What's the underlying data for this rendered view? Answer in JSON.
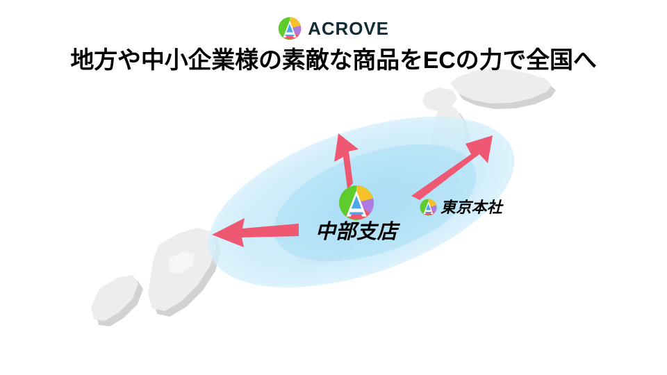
{
  "brand": {
    "mark_icon": "acrove-circle-a-logo",
    "wordmark": "ACROVE",
    "wordmark_color": "#122B35",
    "palette": {
      "green": "#5FCC2E",
      "yellow": "#F7C12B",
      "pink": "#F4566E",
      "purple": "#B07BE0",
      "blue": "#4AA8E8",
      "white": "#FFFFFF"
    }
  },
  "headline": {
    "text": "地方や中小企業様の素敵な商品をECの力で全国へ",
    "color": "#000000"
  },
  "map": {
    "region_name": "japan-archipelago",
    "land_fill": "#EDEDED",
    "land_shadow": "#D2D2D2",
    "highlight_outer_color": "#CBEBFA",
    "highlight_inner_color": "#AEE0F7"
  },
  "pins": [
    {
      "id": "chubu",
      "label": "中部支店",
      "mark_icon": "acrove-circle-a-logo",
      "label_color": "#000000"
    },
    {
      "id": "tokyo",
      "label": "東京本社",
      "mark_icon": "acrove-circle-a-logo",
      "label_color": "#000000"
    }
  ],
  "arrows": [
    {
      "id": "north",
      "direction": "up",
      "color": "#EF5873"
    },
    {
      "id": "northeast",
      "direction": "up-right",
      "color": "#EF5873"
    },
    {
      "id": "west",
      "direction": "left",
      "color": "#EF5873"
    }
  ]
}
